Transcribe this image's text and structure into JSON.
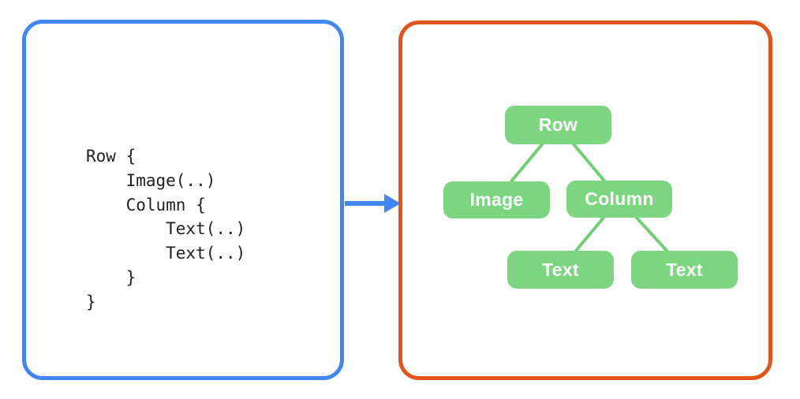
{
  "code_panel": {
    "description": "source code for a composable layout",
    "border_color": "#4285f4",
    "lines": [
      "Row {",
      "    Image(..)",
      "    Column {",
      "        Text(..)",
      "        Text(..)",
      "    }",
      "}"
    ]
  },
  "arrow": {
    "direction": "right",
    "color": "#4285f4"
  },
  "tree_panel": {
    "description": "resulting UI element tree",
    "border_color": "#e2541b",
    "node_fill_color": "#7cd680",
    "node_label_color": "#ffffff",
    "edge_color": "#70ce75",
    "nodes": [
      {
        "id": "row",
        "label": "Row"
      },
      {
        "id": "image",
        "label": "Image"
      },
      {
        "id": "column",
        "label": "Column"
      },
      {
        "id": "text-1",
        "label": "Text"
      },
      {
        "id": "text-2",
        "label": "Text"
      }
    ],
    "edges": [
      {
        "from": "row",
        "to": "image"
      },
      {
        "from": "row",
        "to": "column"
      },
      {
        "from": "column",
        "to": "text-1"
      },
      {
        "from": "column",
        "to": "text-2"
      }
    ]
  }
}
